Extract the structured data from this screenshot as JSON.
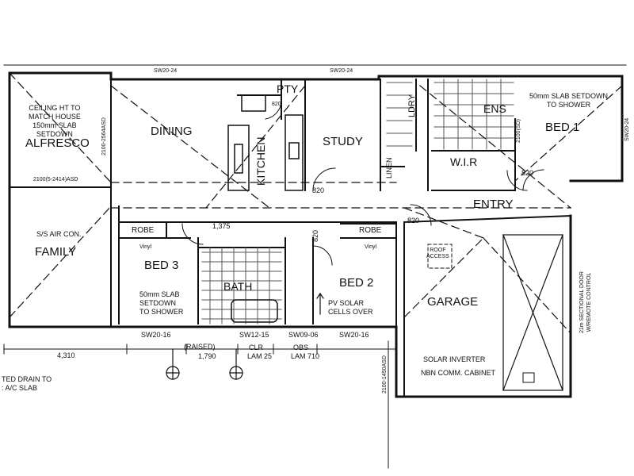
{
  "rooms": {
    "alfresco": "ALFRESCO",
    "dining": "DINING",
    "kitchen": "KITCHEN",
    "pty": "PTY",
    "study": "STUDY",
    "ldry": "LDRY",
    "ens": "ENS",
    "bed1": "BED 1",
    "wir": "W.I.R",
    "linen": "LINEN",
    "entry": "ENTRY",
    "family": "FAMILY",
    "robe_left": "ROBE",
    "robe_right": "ROBE",
    "bed3": "BED 3",
    "bath": "BATH",
    "bed2": "BED 2",
    "garage": "GARAGE"
  },
  "notes": {
    "ceiling": "CEILING HT TO\nMATCH HOUSE\n150mm SLAB\nSETDOWN",
    "slab_bed1": "50mm SLAB SETDOWN\nTO SHOWER",
    "slab_bath": "50mm SLAB\nSETDOWN\nTO SHOWER",
    "aircon": "S/S AIR CON.",
    "solar_panels": "PV SOLAR\nCELLS OVER",
    "roof_access": "ROOF\nACCESS",
    "solar_inverter": "SOLAR INVERTER",
    "nbn": "NBN COMM. CABINET",
    "drain": "TED DRAIN TO\n: A/C SLAB",
    "sectional_door": "21m SECTIONAL DOOR\nW/REMOTE CONTROL",
    "raised": "(RAISED)",
    "clr": "CLR",
    "obs": "OBS",
    "lam_25": "LAM 25",
    "lam_710": "LAM 710",
    "vinyl_a": "Vinyl",
    "vinyl_b": "Vinyl"
  },
  "dims": {
    "d_4310": "4,310",
    "d_1790": "1,790",
    "d_820_pty": "820",
    "d_820_study": "820",
    "d_820_bed3": "820",
    "d_820_entry": "820",
    "d_820_bed1": "820",
    "d_1375": "1,375",
    "head_alfresco": "2100(5-2414)ASD",
    "head_dining": "2100-2564ASD",
    "head_ens": "2100(SD)",
    "head_garage": "2100-1450ASD",
    "win_sw2016_a": "SW20-16",
    "win_sw1215": "SW12-15",
    "win_sw0906": "SW09-06",
    "win_sw2016_b": "SW20-16",
    "win_sw2024": "SW20-24",
    "win_top_a": "SW20-24",
    "win_top_b": "SW20-24"
  },
  "colors": {
    "line": "#111111",
    "paper": "#ffffff",
    "hatch": "#555555"
  }
}
